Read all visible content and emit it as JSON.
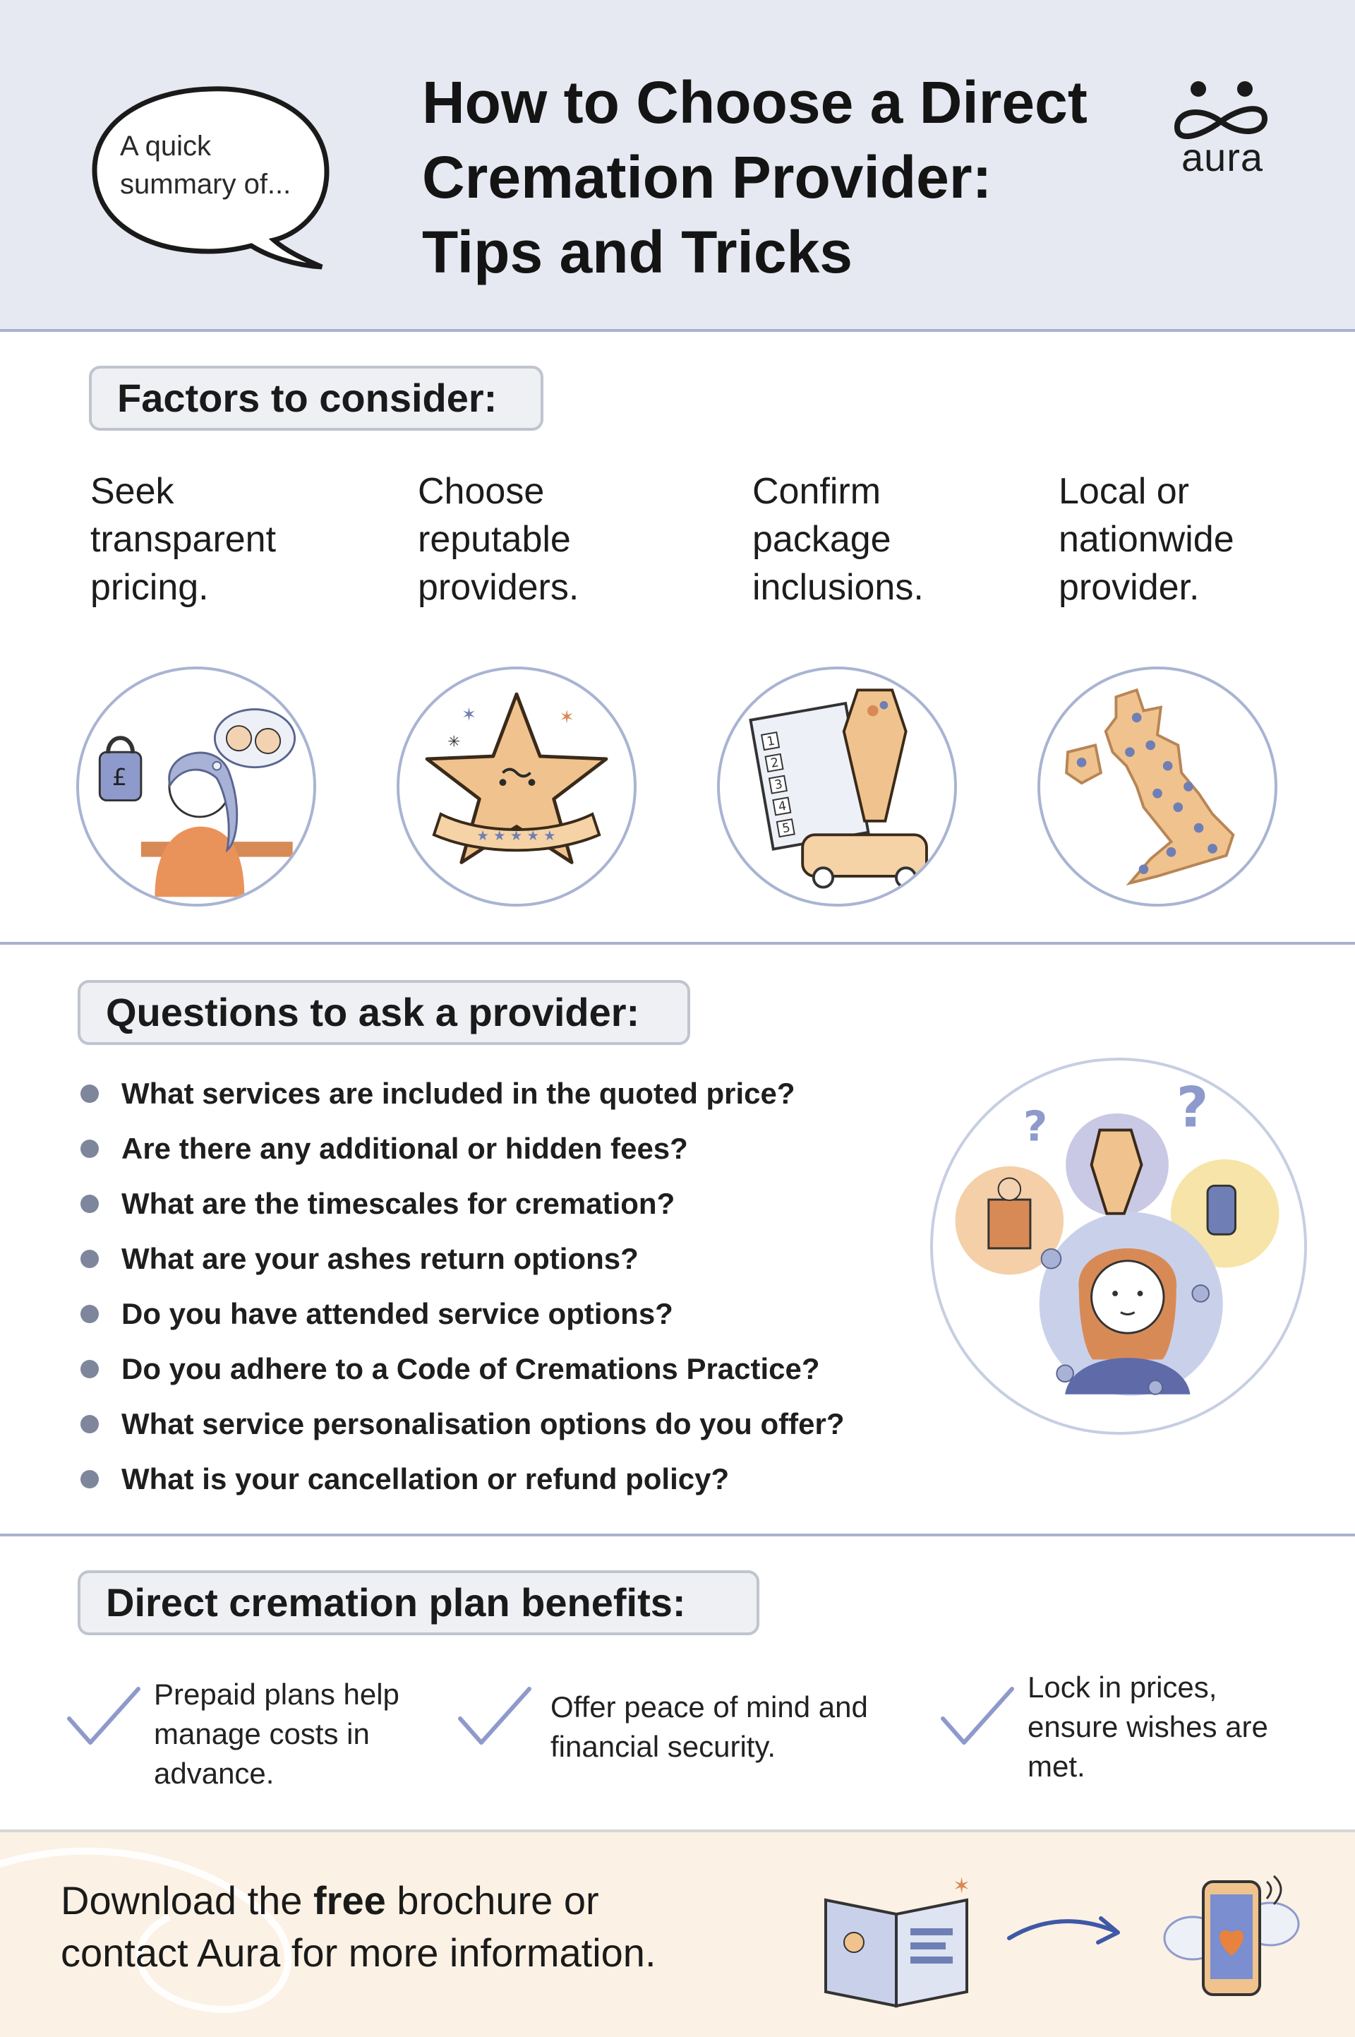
{
  "header": {
    "bubble_text": "A quick summary of...",
    "title_line1": "How to Choose a Direct",
    "title_line2": "Cremation Provider:",
    "title_line3": "Tips and Tricks",
    "logo_text": "aura"
  },
  "factors": {
    "heading": "Factors to consider:",
    "items": [
      {
        "line1": "Seek",
        "line2": "transparent",
        "line3": "pricing.",
        "icon": "worried-person-icon"
      },
      {
        "line1": "Choose",
        "line2": "reputable",
        "line3": "providers.",
        "icon": "star-rating-icon"
      },
      {
        "line1": "Confirm",
        "line2": "package",
        "line3": "inclusions.",
        "icon": "checklist-coffin-icon"
      },
      {
        "line1": "Local or",
        "line2": "nationwide",
        "line3": "provider.",
        "icon": "uk-map-icon"
      }
    ]
  },
  "questions": {
    "heading": "Questions to ask a provider:",
    "items": [
      "What services are included in the quoted price?",
      "Are there any additional or hidden fees?",
      "What are the timescales for cremation?",
      "What are your ashes return options?",
      "Do you have attended service options?",
      "Do you adhere to a Code of Cremations Practice?",
      "What service personalisation options do you offer?",
      "What is your cancellation or refund policy?"
    ]
  },
  "benefits": {
    "heading": "Direct cremation plan benefits:",
    "items": [
      {
        "line1": "Prepaid plans help",
        "line2": "manage costs in",
        "line3": "advance."
      },
      {
        "line1": "Offer peace of mind and",
        "line2": "financial security.",
        "line3": ""
      },
      {
        "line1": "Lock in prices,",
        "line2": "ensure wishes are",
        "line3": "met."
      }
    ]
  },
  "footer": {
    "line1_pre": "Download the ",
    "line1_bold": "free",
    "line1_post": " brochure or",
    "line2": "contact Aura for more information."
  },
  "colors": {
    "header_bg": "#e6e9f1",
    "accent_blue": "#6f7fb5",
    "accent_orange": "#e8a06a",
    "footer_bg": "#fbf1e4"
  }
}
